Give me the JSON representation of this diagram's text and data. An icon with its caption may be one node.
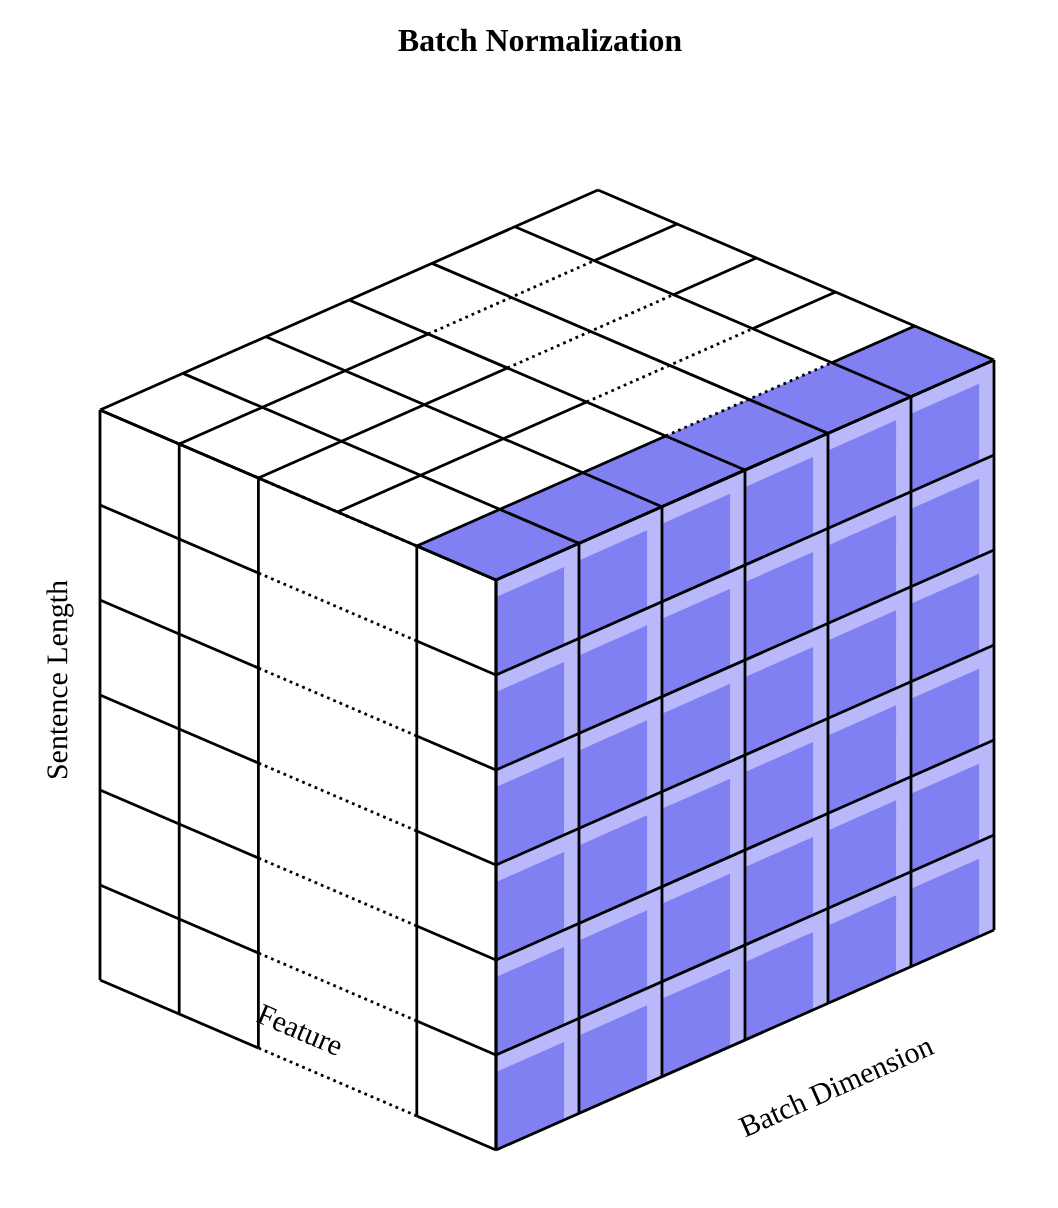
{
  "diagram": {
    "title": "Batch Normalization",
    "labels": [
      "Sentence Length",
      "Feature",
      "Batch Dimension"
    ]
  }
}
